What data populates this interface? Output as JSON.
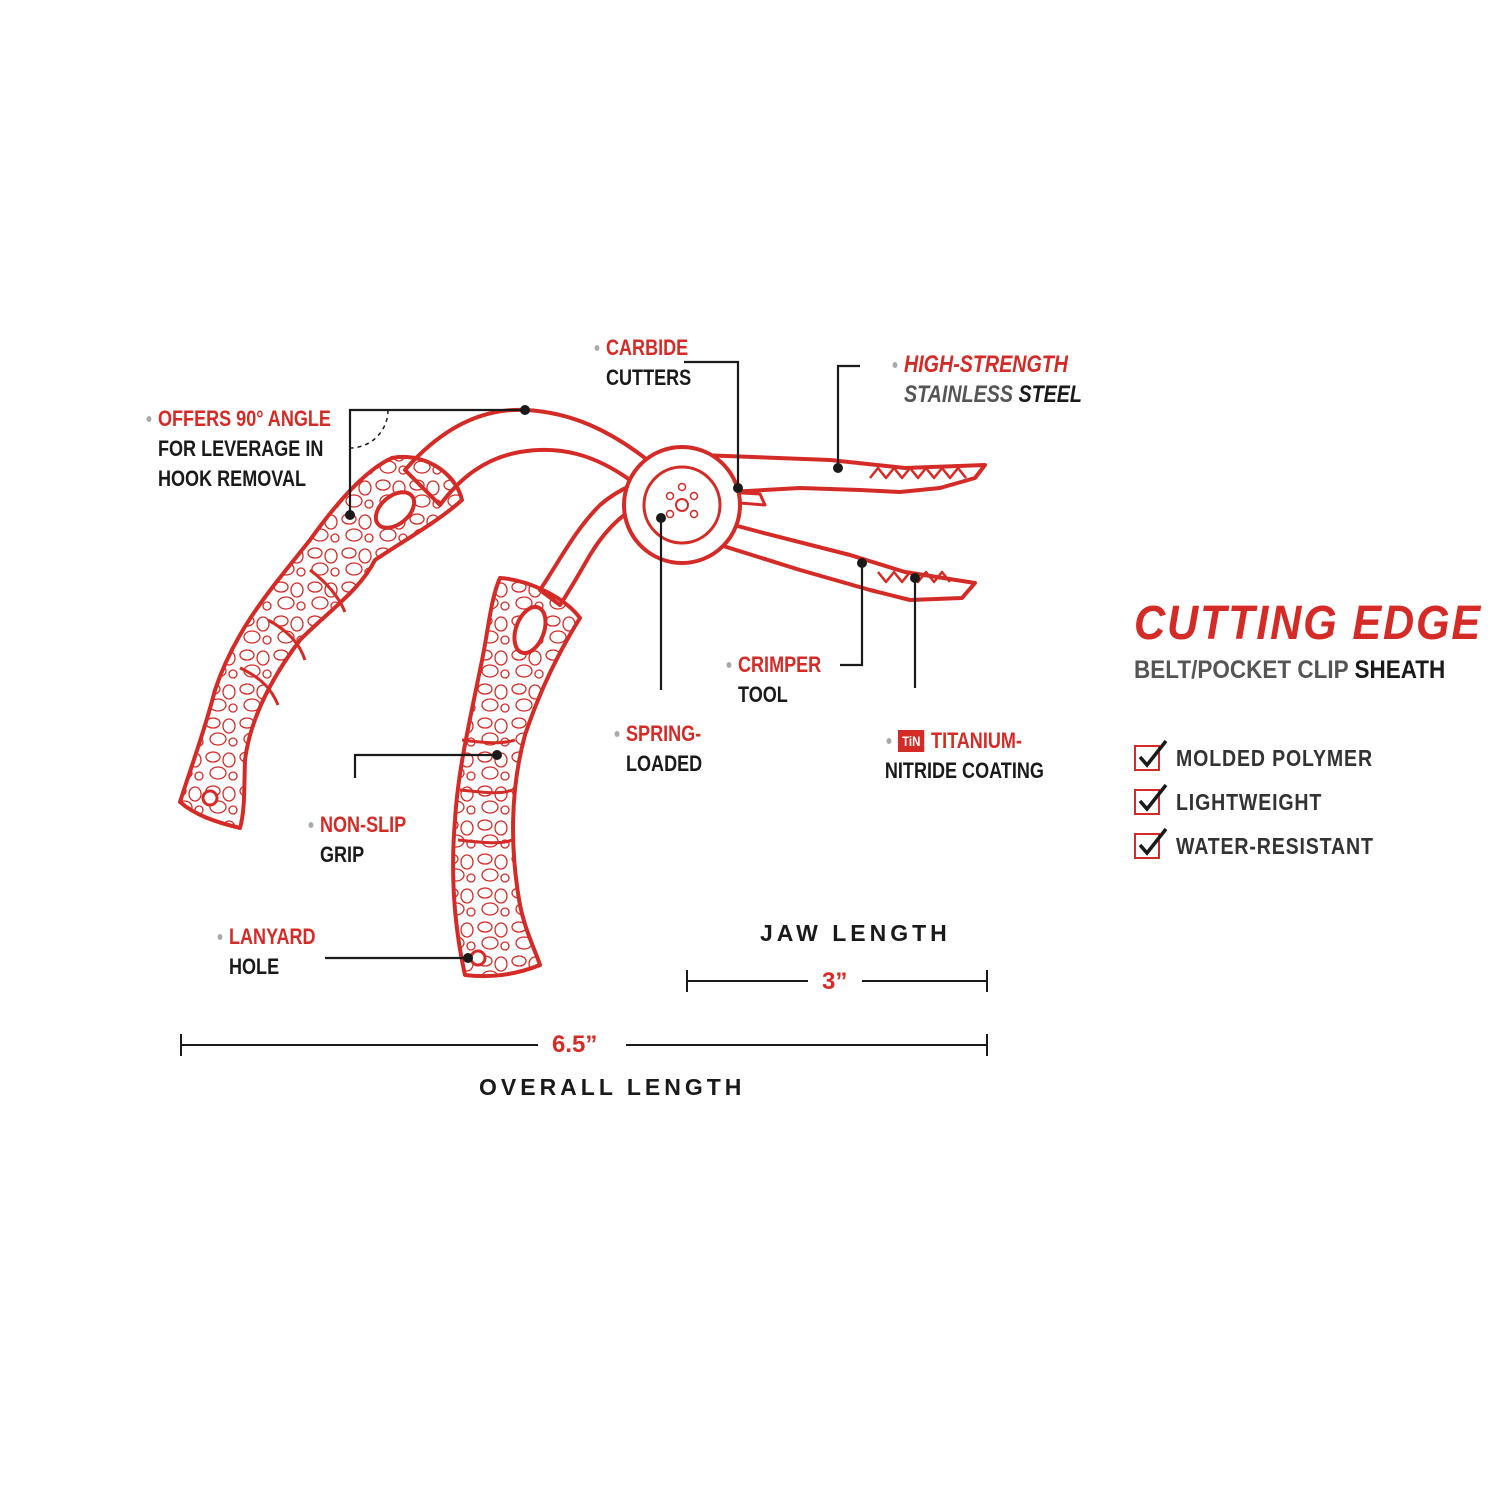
{
  "product": {
    "title": "CUTTING EDGE",
    "subtitle_a": "BELT/POCKET CLIP",
    "subtitle_b": "SHEATH"
  },
  "features": [
    "MOLDED POLYMER",
    "LIGHTWEIGHT",
    "WATER-RESISTANT"
  ],
  "callouts": {
    "angle": {
      "line1": "OFFERS 90° ANGLE",
      "line2": "FOR LEVERAGE IN",
      "line3": "HOOK REMOVAL"
    },
    "carbide": {
      "line1": "CARBIDE",
      "line2": "CUTTERS"
    },
    "steel": {
      "line1": "HIGH-STRENGTH",
      "line2a": "STAINLESS",
      "line2b": "STEEL"
    },
    "crimper": {
      "line1": "CRIMPER",
      "line2": "TOOL"
    },
    "spring": {
      "line1": "SPRING-",
      "line2": "LOADED"
    },
    "titanium": {
      "badge": "TiN",
      "line1": "TITANIUM-",
      "line2": "NITRIDE COATING"
    },
    "grip": {
      "line1": "NON-SLIP",
      "line2": "GRIP"
    },
    "lanyard": {
      "line1": "LANYARD",
      "line2": "HOLE"
    }
  },
  "dimensions": {
    "jaw": {
      "label": "JAW LENGTH",
      "value": "3”"
    },
    "overall": {
      "label": "OVERALL LENGTH",
      "value": "6.5”"
    }
  },
  "colors": {
    "accent": "#d52b27",
    "text": "#1a1a1a",
    "muted": "#555555"
  }
}
